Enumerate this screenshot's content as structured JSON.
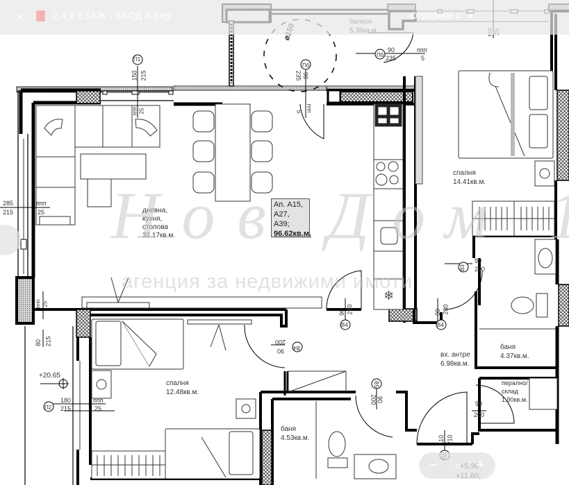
{
  "viewer": {
    "close_icon": "×",
    "file_name": "2,4,6 ЕТАЖ - ВХОД А.png",
    "open_with_label": "Отваряне с",
    "zoom_minus": "−",
    "zoom_icon": "⌕",
    "zoom_plus": "+"
  },
  "watermark": {
    "logo_text": "Нов Дом 1",
    "tagline": "агенция за недвижими имоти"
  },
  "apartment": {
    "line1": "Ап. А15,",
    "line2": "А27, А39;",
    "area": "96.62кв.м."
  },
  "rooms": {
    "living": {
      "name1": "дневна,",
      "name2": "кухня,",
      "name3": "столова",
      "area": "32.17кв.м."
    },
    "balcony": {
      "name": "балкон",
      "area": "5.38кв.м."
    },
    "bedroom1": {
      "name": "спалня",
      "area": "14.41кв.м."
    },
    "bedroom2": {
      "name": "спалня",
      "area": "12.48кв.м."
    },
    "bath1": {
      "name": "баня",
      "area": "4.37кв.м."
    },
    "bath2": {
      "name": "баня",
      "area": "4.53кв.м."
    },
    "hall": {
      "name": "вх. антре",
      "area": "6.98кв.м."
    },
    "laundry": {
      "name1": "перално/",
      "name2": "склад",
      "area": "1.90кв.м."
    }
  },
  "annotations": {
    "diam": "⌀150",
    "p1_top": "150",
    "p1_bottom": "215",
    "p1_tag": "П1",
    "p1_ppp": "ппп",
    "p1_25": "25",
    "left_285": "285",
    "left_215": "215",
    "left_ppp": "ппп",
    "left_25": "25",
    "left2_ppp": "ппп",
    "left2_25": "25",
    "win80": "80",
    "win215": "215",
    "level": "+20.65",
    "p2_tag": "П2",
    "p2_180": "180",
    "p2_215": "215",
    "p2_ppp": "ппп",
    "p2_25": "25",
    "pb1_tag": "Пб",
    "pb1_90": "90",
    "pb1_235": "235",
    "pb1_ppp": "ппп",
    "pb1_5": "5",
    "pb2_tag": "Пб",
    "pb2_90": "90",
    "pb2_235": "235",
    "pb2_ppp": "ппп",
    "pb2_5": "5",
    "top_ppp": "ппп",
    "top_25": "25",
    "b3_tag": "В3",
    "b3_90": "90",
    "b3_200": "200",
    "b4a_tag": "В4",
    "b4a_90": "90",
    "b4a_200": "200",
    "b4b_tag": "В4",
    "b4b_90": "90",
    "b4b_200": "200",
    "b4c_tag": "В4",
    "b4c_90": "90",
    "b4c_200": "200",
    "b5_tag": "В5",
    "b5_90": "90",
    "b5_200": "200",
    "b6_90": "90",
    "b6_200": "200",
    "vd_tag": "ВД",
    "vd_110": "110",
    "vd_210": "210",
    "levels_1": "+5.90,",
    "levels_2": "+11.80,"
  }
}
